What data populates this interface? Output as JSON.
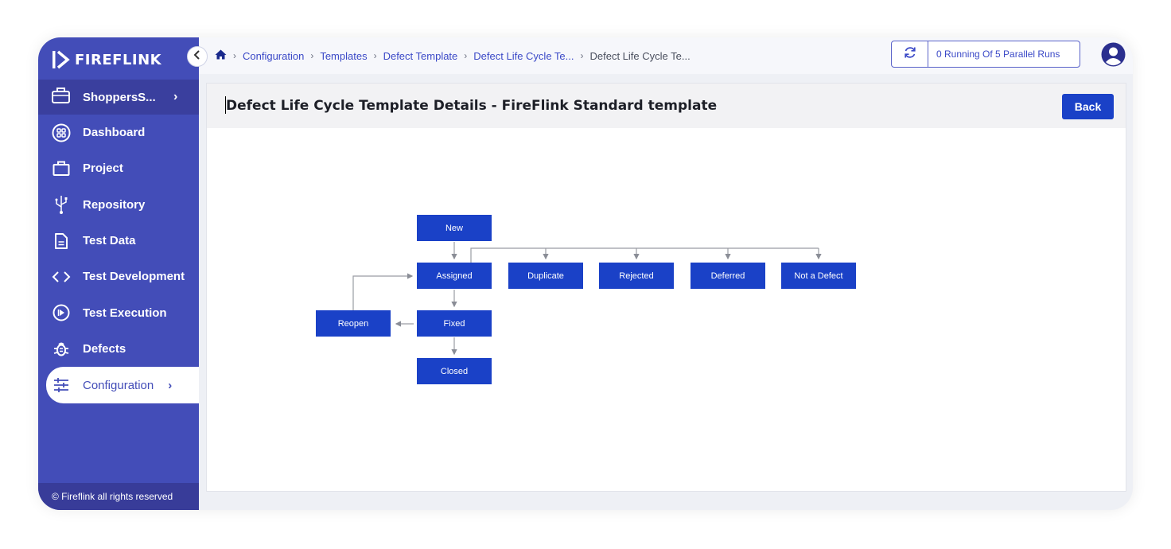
{
  "brand": {
    "name": "FIREFLINK",
    "accent": "#434db8",
    "primary_button": "#1a41c7"
  },
  "sidebar": {
    "project": {
      "label": "ShoppersS...",
      "icon": "briefcase-icon"
    },
    "items": [
      {
        "label": "Dashboard",
        "icon": "dashboard-grid-icon"
      },
      {
        "label": "Project",
        "icon": "briefcase-icon"
      },
      {
        "label": "Repository",
        "icon": "usb-icon"
      },
      {
        "label": "Test Data",
        "icon": "document-icon"
      },
      {
        "label": "Test Development",
        "icon": "code-icon"
      },
      {
        "label": "Test Execution",
        "icon": "play-circle-icon"
      },
      {
        "label": "Defects",
        "icon": "bug-icon"
      },
      {
        "label": "Configuration",
        "icon": "sliders-icon",
        "active": true
      }
    ],
    "footer": "© Fireflink all rights reserved"
  },
  "breadcrumb": [
    {
      "label": "Configuration"
    },
    {
      "label": "Templates"
    },
    {
      "label": "Defect Template"
    },
    {
      "label": "Defect Life Cycle Te..."
    },
    {
      "label": "Defect Life Cycle Te..."
    }
  ],
  "header": {
    "parallel_runs": "0 Running Of 5 Parallel Runs"
  },
  "page": {
    "title": "Defect Life Cycle Template Details - FireFlink Standard template",
    "back_label": "Back"
  },
  "workflow": {
    "states": [
      "New",
      "Assigned",
      "Duplicate",
      "Rejected",
      "Deferred",
      "Not a Defect",
      "Fixed",
      "Reopen",
      "Closed"
    ],
    "transitions": [
      [
        "New",
        "Assigned"
      ],
      [
        "Assigned",
        "Duplicate"
      ],
      [
        "Assigned",
        "Rejected"
      ],
      [
        "Assigned",
        "Deferred"
      ],
      [
        "Assigned",
        "Not a Defect"
      ],
      [
        "Assigned",
        "Fixed"
      ],
      [
        "Fixed",
        "Closed"
      ],
      [
        "Fixed",
        "Reopen"
      ],
      [
        "Reopen",
        "Assigned"
      ]
    ]
  }
}
